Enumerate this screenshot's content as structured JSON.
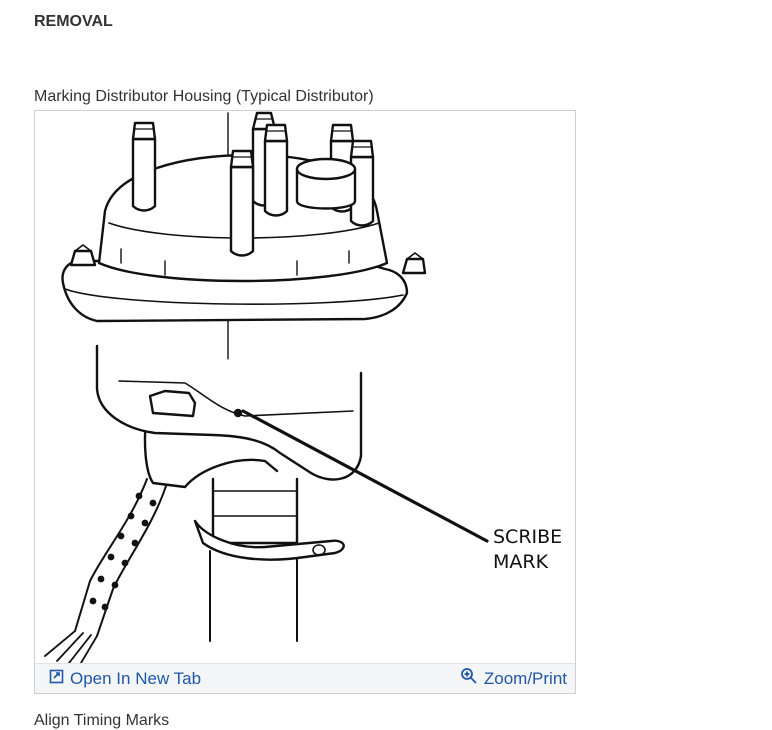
{
  "content": {
    "heading": "REMOVAL",
    "figure": {
      "caption": "Marking Distributor Housing (Typical Distributor)",
      "callout_label_line1": "SCRIBE",
      "callout_label_line2": "MARK",
      "toolbar": {
        "open_label": "Open In New Tab",
        "zoom_label": "Zoom/Print",
        "open_icon": "open-new-tab-icon",
        "zoom_icon": "zoom-magnifier-icon",
        "link_color": "#1f58a7"
      }
    },
    "next_heading": "Align Timing Marks"
  }
}
